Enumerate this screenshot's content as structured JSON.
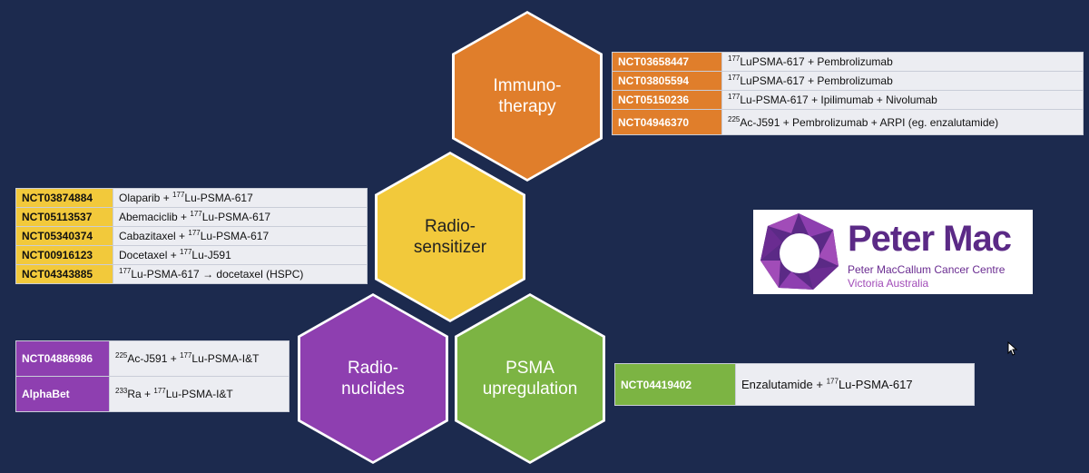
{
  "hexagons": {
    "immunotherapy": {
      "label": "Immuno-\ntherapy",
      "color": "#e07e2b"
    },
    "radiosensitizer": {
      "label": "Radio-\nsensitizer",
      "color": "#f2c93b"
    },
    "radionuclides": {
      "label": "Radio-\nnuclides",
      "color": "#8e3fb0"
    },
    "psma_upregulation": {
      "label": "PSMA\nupregulation",
      "color": "#7cb443"
    }
  },
  "immunotherapy_trials": [
    {
      "id": "NCT03658447",
      "iso": "177",
      "desc": "LuPSMA-617 + Pembrolizumab"
    },
    {
      "id": "NCT03805594",
      "iso": "177",
      "desc": "LuPSMA-617 + Pembrolizumab"
    },
    {
      "id": "NCT05150236",
      "iso": "177",
      "desc": "Lu-PSMA-617 + Ipilimumab + Nivolumab"
    },
    {
      "id": "NCT04946370",
      "iso": "225",
      "desc": "Ac-J591 + Pembrolizumab + ARPI (eg. enzalutamide)"
    }
  ],
  "radiosensitizer_trials": [
    {
      "id": "NCT03874884",
      "pre": "Olaparib + ",
      "iso": "177",
      "desc": "Lu-PSMA-617"
    },
    {
      "id": "NCT05113537",
      "pre": "Abemaciclib + ",
      "iso": "177",
      "desc": "Lu-PSMA-617"
    },
    {
      "id": "NCT05340374",
      "pre": "Cabazitaxel + ",
      "iso": "177",
      "desc": "Lu-PSMA-617"
    },
    {
      "id": "NCT00916123",
      "pre": "Docetaxel + ",
      "iso": "177",
      "desc": "Lu-J591"
    },
    {
      "id": "NCT04343885",
      "pre": "",
      "iso": "177",
      "desc": "Lu-PSMA-617 → docetaxel (HSPC)"
    }
  ],
  "radionuclide_trials": [
    {
      "id": "NCT04886986",
      "iso": "225",
      "mid": "Ac-J591 + ",
      "iso2": "177",
      "desc": "Lu-PSMA-I&T"
    },
    {
      "id": "AlphaBet",
      "iso": "233",
      "mid": "Ra + ",
      "iso2": "177",
      "desc": "Lu-PSMA-I&T"
    }
  ],
  "psma_trials": [
    {
      "id": "NCT04419402",
      "pre": "Enzalutamide  + ",
      "iso": "177",
      "desc": "Lu-PSMA-617"
    }
  ],
  "logo": {
    "brand": "Peter Mac",
    "line1": "Peter MacCallum Cancer Centre",
    "line2": "Victoria Australia"
  },
  "icons": {
    "logo_mark": "peter-mac-logo-icon",
    "cursor": "mouse-pointer-icon"
  }
}
